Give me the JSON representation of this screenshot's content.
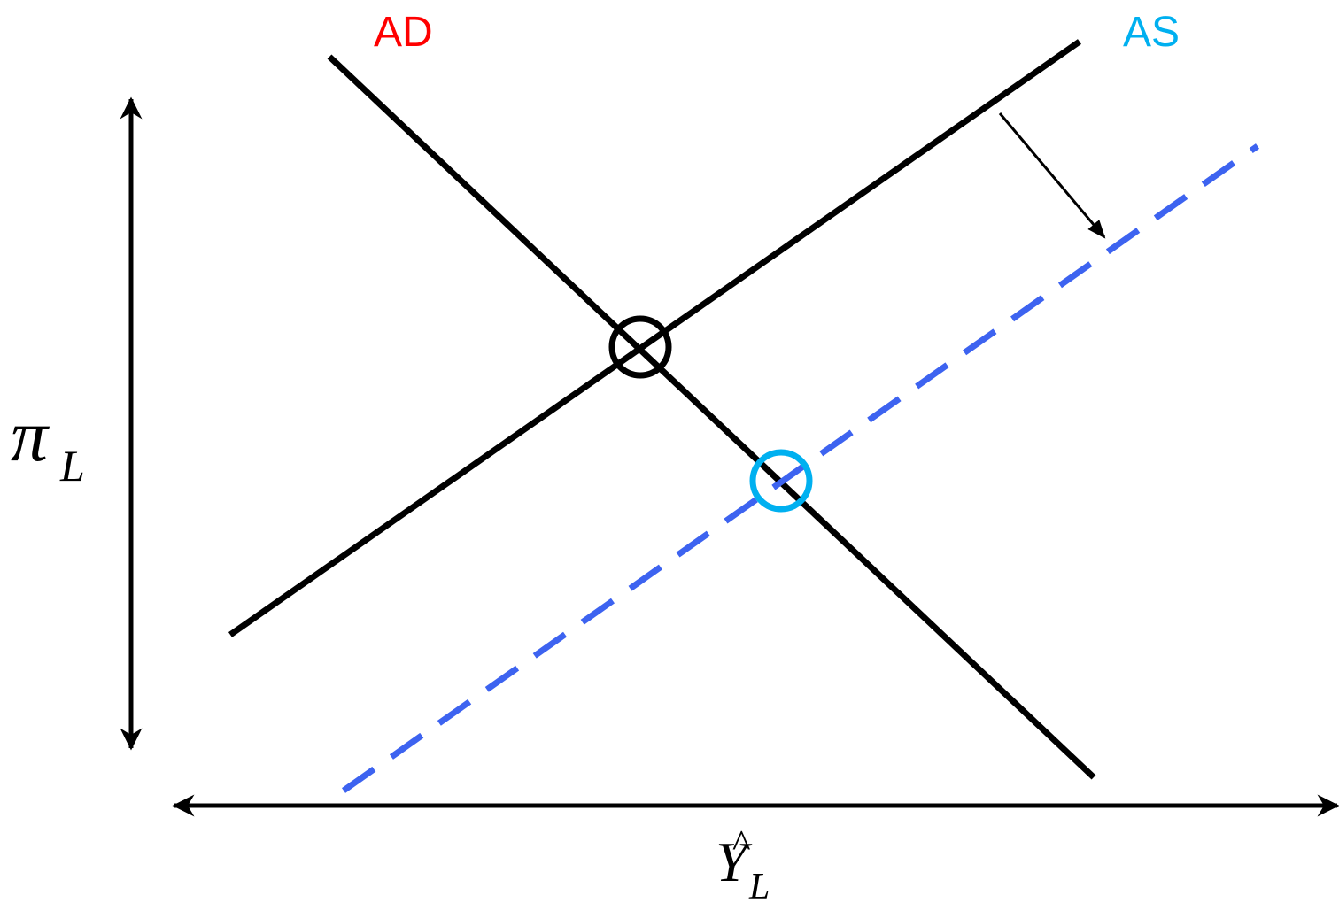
{
  "labels": {
    "ad": "AD",
    "as": "AS",
    "y_axis_symbol": "π",
    "y_axis_subscript": "L",
    "x_axis_symbol": "Y",
    "x_axis_hat": "^",
    "x_axis_subscript": "L"
  },
  "colors": {
    "ad_label": "#ff0000",
    "as_label": "#00b0f0",
    "curves": "#000000",
    "shifted_as": "#3d63f0",
    "new_equilibrium": "#00b0f0",
    "initial_equilibrium": "#000000"
  },
  "shift_direction": "down-right"
}
